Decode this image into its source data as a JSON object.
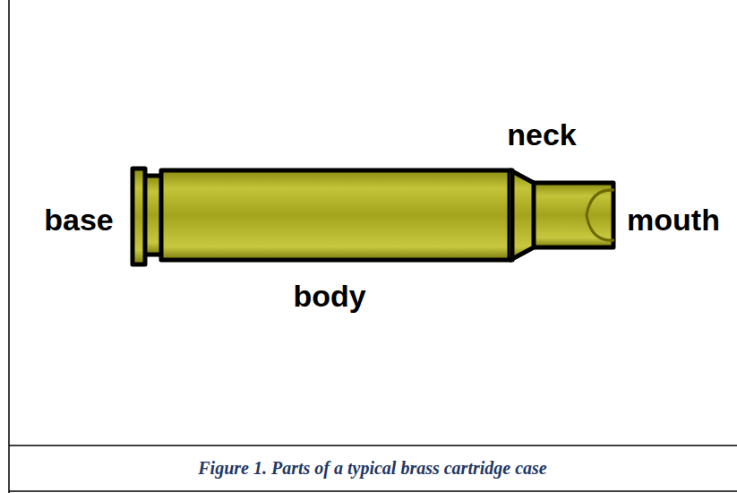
{
  "diagram": {
    "caption": "Figure 1. Parts of a typical brass cartridge case",
    "labels": [
      "neck",
      "base",
      "mouth",
      "body"
    ]
  }
}
